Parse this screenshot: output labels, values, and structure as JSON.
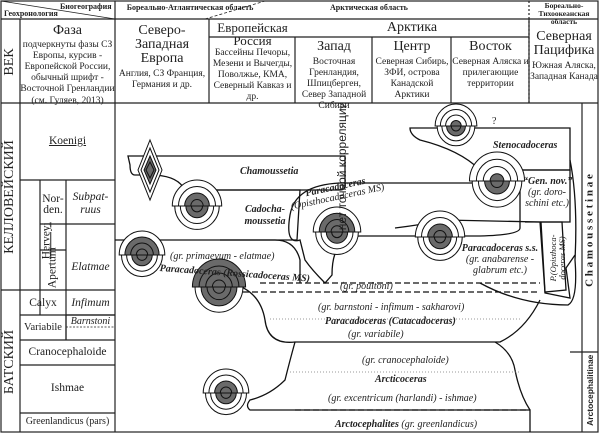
{
  "header": {
    "corner": {
      "top": "Биогеография",
      "bottom": "Геохронология"
    },
    "realm_boreal_atlantic": "Бореально-Атлантическая область",
    "realm_arctic": "Арктическая область",
    "realm_boreal_pacific": "Бореально-Тихоокеанская область",
    "arctic_sub": "Арктика",
    "stage_label": "ВЕК",
    "phase_col": {
      "title": "Фаза",
      "text": "подчеркнуты фазы СЗ Европы, курсив - Европейской России, обычный шрифт - Восточной Гренландии",
      "ref": "(см. Гуляев, 2013)"
    },
    "regions": [
      {
        "title": "Северо-Западная Европа",
        "text": "Англия, СЗ Франция, Германия и др."
      },
      {
        "title": "Европейская Россия",
        "text": "Бассейны Печоры, Мезени и Вычегды, Поволжье, КМА, Северный Кавказ и др."
      },
      {
        "title": "Запад",
        "text": "Восточная Гренландия, Шпицберген, Север Западной Сибири"
      },
      {
        "title": "Центр",
        "text": "Северная Сибирь, ЗФИ, острова Канадской Арктики"
      },
      {
        "title": "Восток",
        "text": "Северная Аляска и прилегающие территории"
      },
      {
        "title": "Северная Пацифика",
        "text": "Южная Аляска, Западная Канада"
      }
    ]
  },
  "stages": [
    {
      "name": "КЕЛЛОВЕЙСКИЙ"
    },
    {
      "name": "БАТСКИЙ"
    }
  ],
  "zones": {
    "koenigi": "Koenigi",
    "herveyi": "Herveyi",
    "nordenskioeldi": "Nor-den.",
    "apertum": "Apertum",
    "subpatruus": "Subpat-ruus",
    "elatmae": "Elatmae",
    "calyx": "Calyx",
    "infimum": "Infimum",
    "variabile": "Variabile",
    "barnstoni": "Barnstoni",
    "cranocephaloide": "Cranocephaloide",
    "ishmae": "Ishmae",
    "greenlandicus": "Greenlandicus (pars)"
  },
  "taxa": {
    "chamoussetia": "Chamoussetia",
    "cadochamoussetia_1": "Cadocha-",
    "cadochamoussetia_2": "moussetia",
    "opistho_1": "Paracadoceras",
    "opistho_2": "(Opisthocadoceras MS)",
    "no_correlation": "нет точной корреляции",
    "stenocadoceras": "Stenocadoceras",
    "question": "?",
    "gen_nov": "“Gen. nov.”",
    "gen_nov_gr1": "(gr. doro-",
    "gen_nov_gr2": "schini etc.)",
    "p_opistho_1": "P.(Opisthoca-",
    "p_opistho_2": "doceras MS)",
    "ss_name": "Paracadoceras s.s.",
    "ss_gr1": "(gr. anabarense -",
    "ss_gr2": "glabrum etc.)",
    "primaevum": "(gr. primaevum - elatmae)",
    "rossicadoceras": "Paracadoceras (Rossicadoceras MS)",
    "poultoni": "(gr. poultoni)",
    "barnstoni_gr": "(gr. barnstoni - infimum - sakharovi)",
    "catacadoceras": "Paracadoceras (Catacadoceras)",
    "variabile_gr": "(gr. variabile)",
    "cranocephaloide_gr": "(gr. cranocephaloide)",
    "arcticoceras": "Arcticoceras",
    "excentricum_gr": "(gr. excentricum (harlandi) - ishmae)",
    "arctocephalites": "Arctocephalites",
    "greenlandicus_gr": "(gr. greenlandicus)"
  },
  "subfamilies": {
    "chamoussetinae": "C h a m o u s s e t i n a e",
    "arctocephalitinae": "Arctocephalitinae"
  },
  "colors": {
    "fill_dark": "#6a6a6a",
    "line": "#111111"
  }
}
